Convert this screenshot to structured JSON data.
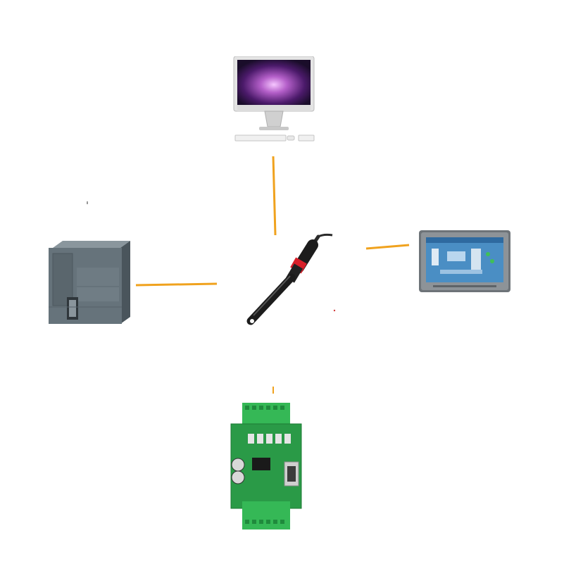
{
  "diagram": {
    "center": {
      "name": "conductivity-sensor-probe"
    },
    "nodes": [
      {
        "name": "computer-monitor",
        "position": "top"
      },
      {
        "name": "plc-module",
        "position": "left"
      },
      {
        "name": "hmi-touch-panel",
        "position": "right"
      },
      {
        "name": "control-board",
        "position": "bottom"
      }
    ],
    "link_color": "#f0a21e",
    "colors": {
      "monitor_frame": "#e6e6e6",
      "monitor_screen": "#3a1450",
      "plc_body": "#5d6a72",
      "hmi_screen": "#3b7fb8",
      "board_green": "#2ca84a",
      "probe_black": "#1c1c1c"
    }
  }
}
